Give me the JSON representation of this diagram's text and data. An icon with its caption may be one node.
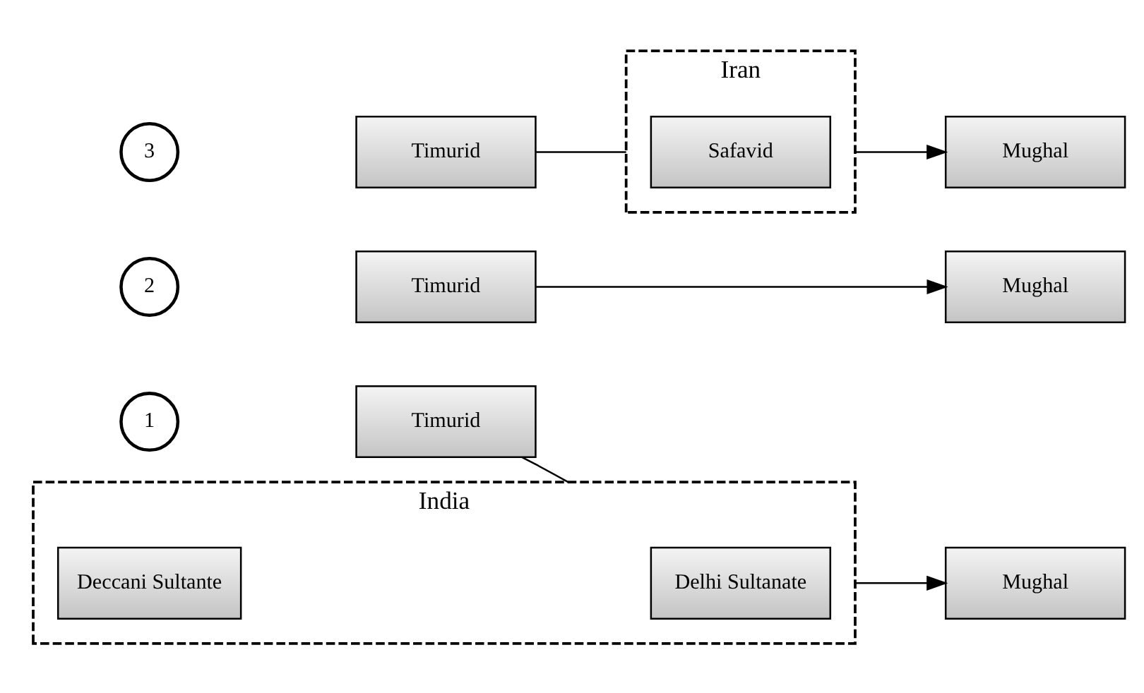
{
  "diagram": {
    "nodes": [
      {
        "text": [
          "1"
        ]
      },
      {
        "text": [
          "Timurid"
        ]
      },
      {
        "text": [
          "India"
        ]
      },
      {
        "text": [
          "Delhi Sultanate"
        ],
        "in": 2
      },
      {
        "text": [
          "Deccani Sultante"
        ],
        "in": 2
      },
      {
        "text": [
          "Mughal"
        ]
      },
      {
        "text": [
          "2"
        ]
      },
      {
        "text": [
          "Timurid"
        ]
      },
      {
        "text": [
          "Mughal"
        ]
      },
      {
        "text": [
          "3"
        ]
      },
      {
        "text": [
          "Timurid"
        ]
      },
      {
        "text": [
          "Iran"
        ]
      },
      {
        "text": [
          "Safavid"
        ],
        "in": 11
      },
      {
        "text": [
          "Mughal"
        ]
      }
    ],
    "edges": [
      {
        "from": 1,
        "to": 2,
        "arrow": "none"
      },
      {
        "from": 2,
        "to": 5,
        "arrow": "to"
      },
      {
        "from": 7,
        "to": 8,
        "arrow": "to"
      },
      {
        "from": 10,
        "to": 11,
        "arrow": "none"
      },
      {
        "from": 11,
        "to": 13,
        "arrow": "to"
      }
    ]
  }
}
